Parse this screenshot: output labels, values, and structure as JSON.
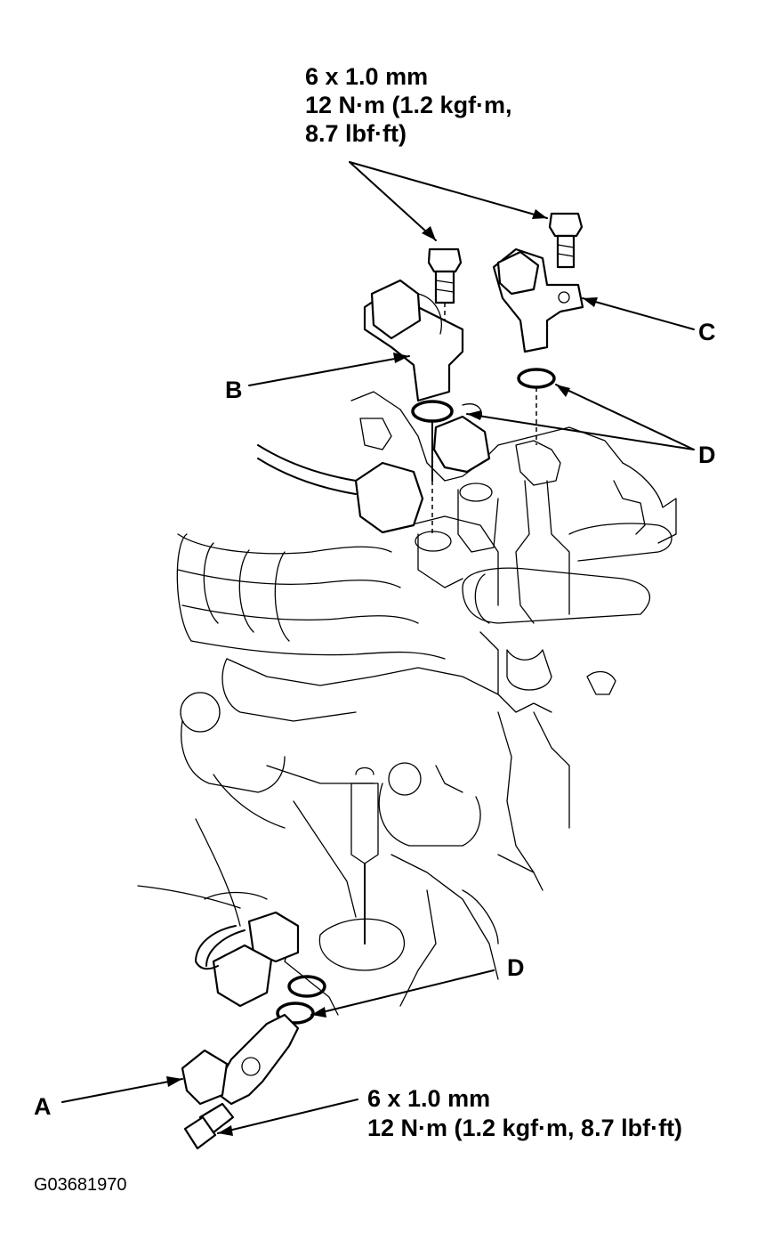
{
  "specs": {
    "top": {
      "line1": "6 x 1.0 mm",
      "line2": "12 N·m (1.2 kgf·m,",
      "line3": "8.7 lbf·ft)"
    },
    "bottom": {
      "line1": "6 x 1.0 mm",
      "line2": "12 N·m (1.2 kgf·m, 8.7 lbf·ft)"
    }
  },
  "callouts": {
    "a": "A",
    "b": "B",
    "c": "C",
    "d_upper": "D",
    "d_lower": "D"
  },
  "figure_code": "G03681970",
  "line_color": "#000000",
  "background_color": "#ffffff"
}
